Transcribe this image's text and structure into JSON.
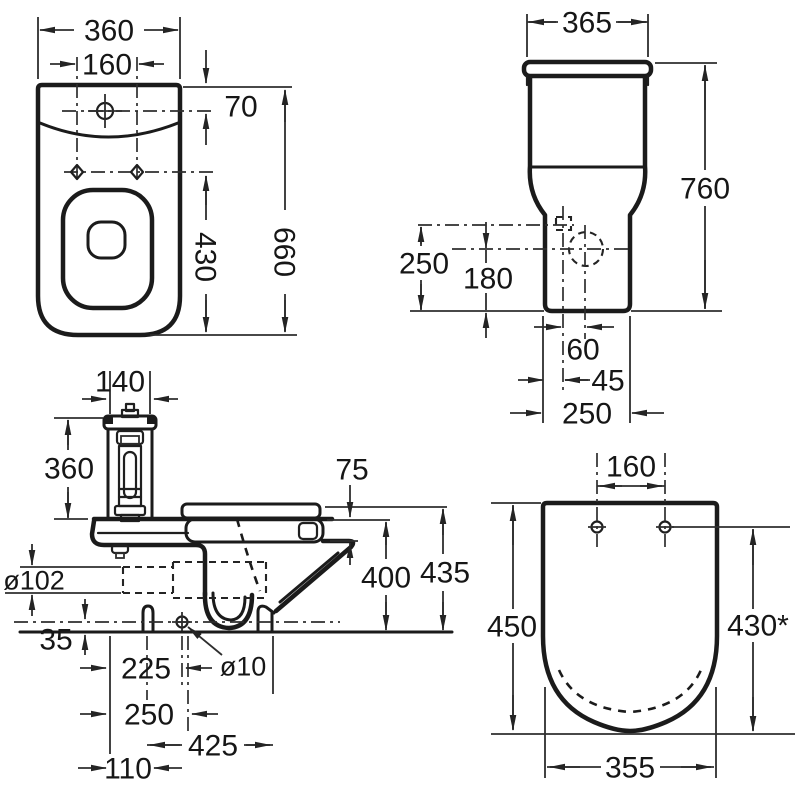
{
  "drawing": {
    "type": "technical-dimension-drawing",
    "subject": "close-coupled toilet with cistern and seat",
    "units": "mm",
    "line_color": "#1b1b1b",
    "background": "#ffffff",
    "views": {
      "plan": {
        "name": "plan view (pan from above)",
        "dim_overall_width": "360",
        "dim_hole_spacing": "160",
        "dim_hole_offset": "70",
        "dim_bowl_length": "430",
        "dim_overall_depth": "660"
      },
      "rear": {
        "name": "rear elevation (cistern)",
        "dim_cistern_width": "365",
        "dim_overall_height": "760",
        "dim_inlet_height": "250",
        "dim_outlet_height": "180",
        "dim_centre_spacing": "60",
        "dim_centre_offset": "45",
        "dim_base_width": "250"
      },
      "side": {
        "name": "side section",
        "dim_cistern_depth": "140",
        "dim_cistern_height": "360",
        "dim_seat_thickness": "75",
        "dim_rim_height": "400",
        "dim_seat_height": "435",
        "dim_outlet_diameter": "ø102",
        "dim_fixing_height": "35",
        "dim_fixing_depth": "225",
        "dim_outlet_depth": "250",
        "dim_fixing_hole_diameter": "ø10",
        "dim_pan_depth": "425",
        "dim_rear_offset": "110"
      },
      "seat": {
        "name": "seat plan view",
        "dim_hinge_spacing": "160",
        "dim_seat_length": "450",
        "dim_seat_length_effective": "430*",
        "dim_seat_width": "355"
      }
    }
  }
}
